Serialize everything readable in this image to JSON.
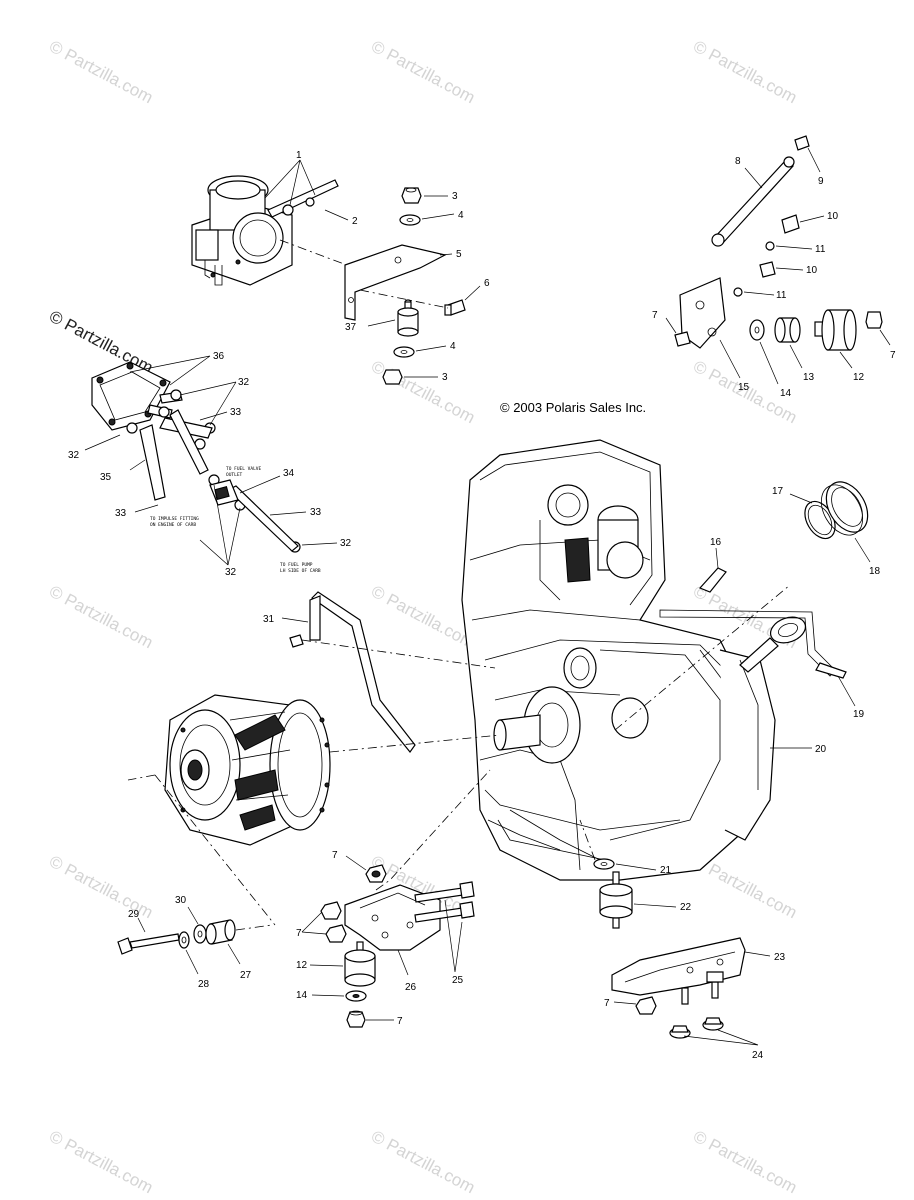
{
  "copyright": "© 2003 Polaris Sales Inc.",
  "watermark": "© Partzilla.com",
  "watermark_prominent": "© Partzilla.com",
  "callouts": {
    "c1": "1",
    "c2": "2",
    "c3a": "3",
    "c3b": "3",
    "c4a": "4",
    "c4b": "4",
    "c5": "5",
    "c6": "6",
    "c37": "37",
    "c8": "8",
    "c9": "9",
    "c10a": "10",
    "c10b": "10",
    "c11a": "11",
    "c11b": "11",
    "c7a": "7",
    "c7b": "7",
    "c15": "15",
    "c14": "14",
    "c13": "13",
    "c12": "12",
    "c36": "36",
    "c32a": "32",
    "c32b": "32",
    "c32c": "32",
    "c32d": "32",
    "c33a": "33",
    "c33b": "33",
    "c33c": "33",
    "c35": "35",
    "c34": "34",
    "c17": "17",
    "c18": "18",
    "c16": "16",
    "c19": "19",
    "c20": "20",
    "c31": "31",
    "c21": "21",
    "c22": "22",
    "c23": "23",
    "c24": "24",
    "c7c": "7",
    "c7d": "7",
    "c7e": "7",
    "c7f": "7",
    "c12b": "12",
    "c14b": "14",
    "c25": "25",
    "c26": "26",
    "c29": "29",
    "c30": "30",
    "c28": "28",
    "c27": "27"
  },
  "notes": {
    "n1": "TO FUEL VALVE",
    "n1b": "OUTLET",
    "n2": "TO IMPULSE FITTING",
    "n2b": "ON ENGINE OF CARB",
    "n3": "TO FUEL PUMP",
    "n3b": "LH SIDE OF CARB"
  }
}
